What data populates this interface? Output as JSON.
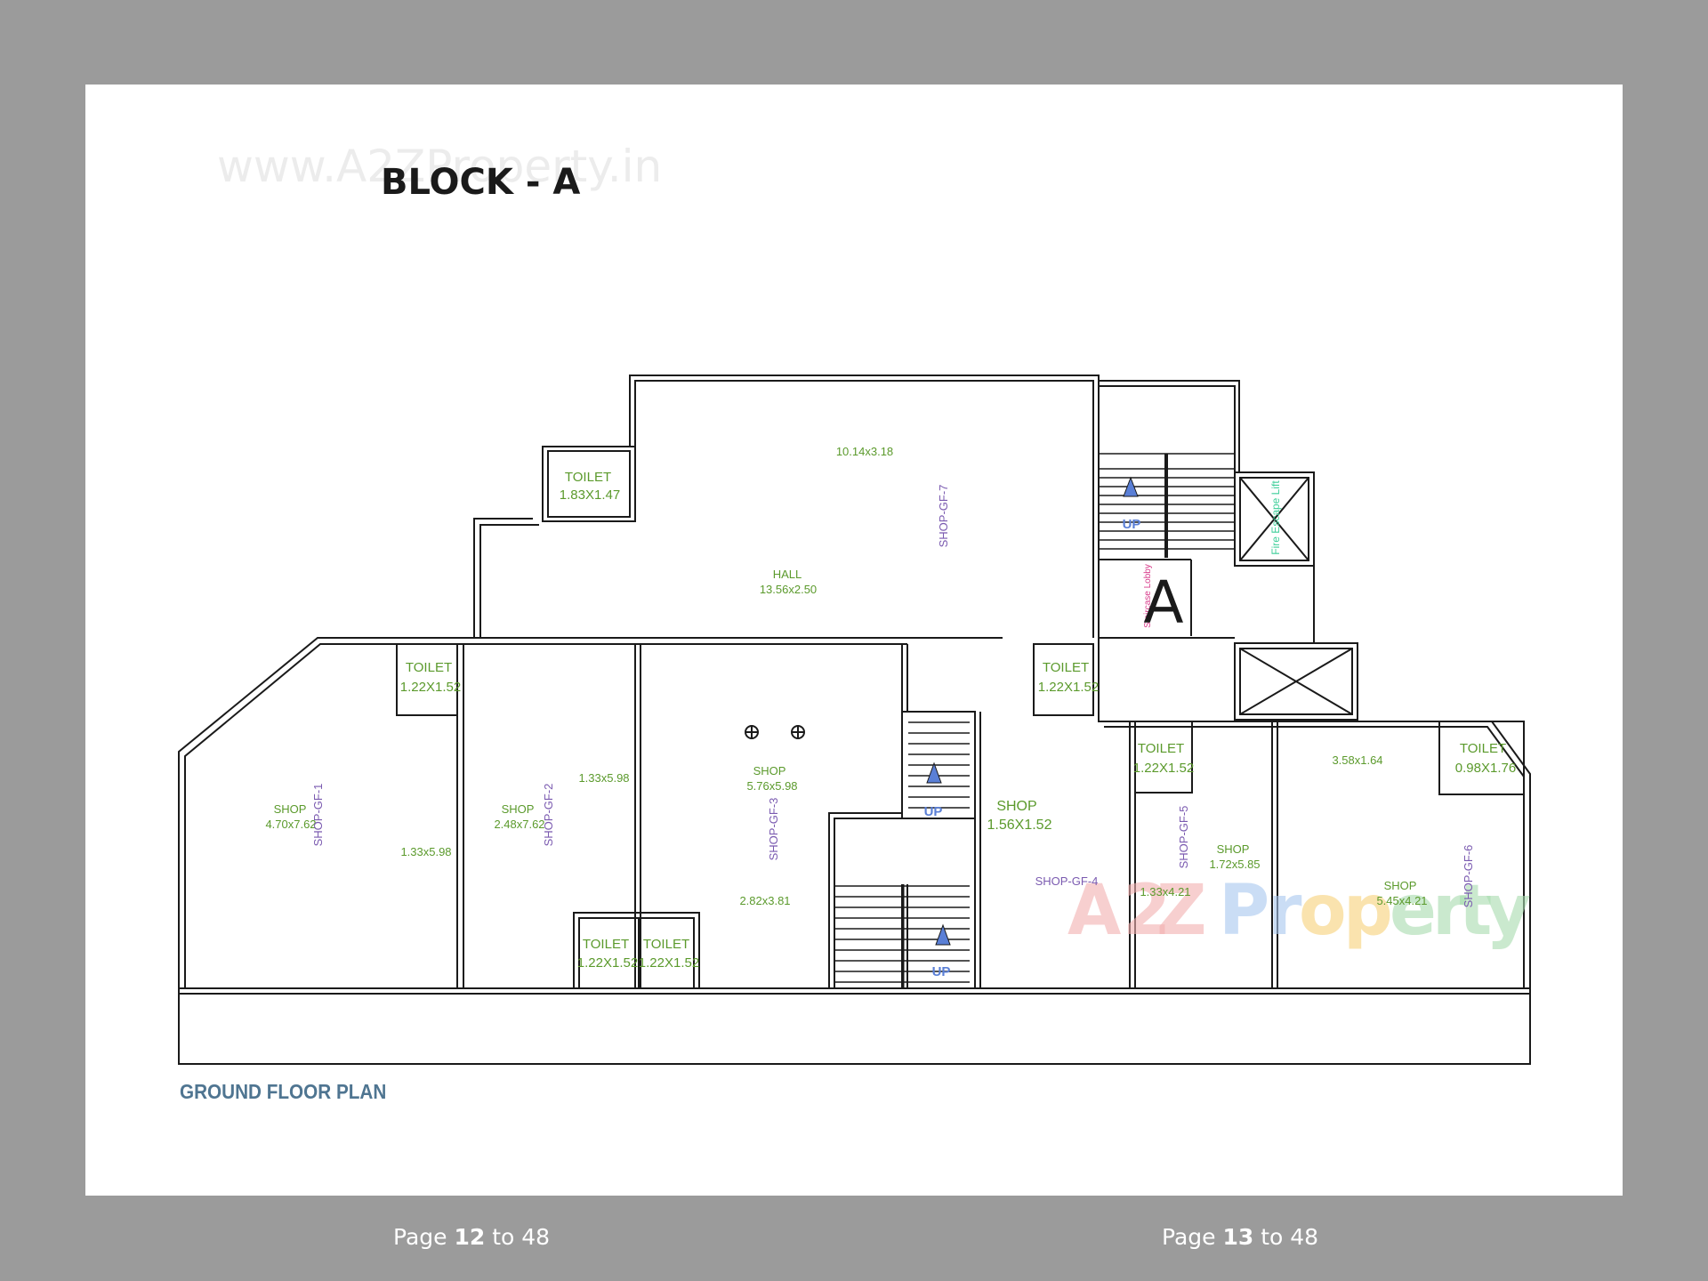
{
  "watermark_url": "www.A2ZProperty.in",
  "block_title": "BLOCK - A",
  "plan_title": "GROUND FLOOR PLAN",
  "block_letter": "A",
  "brand": {
    "logo_text": "A2Z Property",
    "colors": [
      "#f3a0a0",
      "#a8c8f0",
      "#f7d27a",
      "#a7dcae"
    ]
  },
  "colors": {
    "wall": "#1a1a1a",
    "label_green": "#5b9a2c",
    "label_purple": "#7a5ab0",
    "stair_arrow": "#5a7fd6"
  },
  "rooms": {
    "hall_top_dim": "10.14x3.18",
    "hall_name": "HALL",
    "hall_dim": "13.56x2.50",
    "shop_gf7": "SHOP-GF-7",
    "toilet_top_name": "TOILET",
    "toilet_top_dim": "1.83X1.47",
    "fire_lift": "Fire Escape Lift",
    "lobby": "Staircase Lobby",
    "up1": "UP",
    "up2": "UP",
    "up3": "UP",
    "shop1_name": "SHOP",
    "shop1_dim": "4.70x7.62",
    "shop_gf1": "SHOP-GF-1",
    "toilet1_name": "TOILET",
    "toilet1_dim": "1.22X1.52",
    "dim_133_598_a": "1.33x5.98",
    "shop2_name": "SHOP",
    "shop2_dim": "2.48x7.62",
    "shop_gf2": "SHOP-GF-2",
    "dim_133_598_b": "1.33x5.98",
    "toilet2a_name": "TOILET",
    "toilet2a_dim": "1.22X1.52",
    "toilet2b_name": "TOILET",
    "toilet2b_dim": "1.22X1.52",
    "shop3_name": "SHOP",
    "shop3_dim": "5.76x5.98",
    "shop_gf3": "SHOP-GF-3",
    "dim_282_381": "2.82x3.81",
    "toilet4_name": "TOILET",
    "toilet4_dim": "1.22X1.52",
    "shop4_name": "SHOP",
    "shop4_dim": "1.56X1.52",
    "shop_gf4": "SHOP-GF-4",
    "toilet5_name": "TOILET",
    "toilet5_dim": "1.22X1.52",
    "shop_gf5": "SHOP-GF-5",
    "shop5_name": "SHOP",
    "shop5_dim": "1.72x5.85",
    "dim_133_421": "1.33x4.21",
    "dim_358_164": "3.58x1.64",
    "toilet6_name": "TOILET",
    "toilet6_dim": "0.98X1.76",
    "shop6_name": "SHOP",
    "shop6_dim": "5.45x4.21",
    "shop_gf6": "SHOP-GF-6"
  },
  "pager_left": {
    "prefix": "Page ",
    "page": "12",
    "suffix": " to 48"
  },
  "pager_right": {
    "prefix": "Page ",
    "page": "13",
    "suffix": " to 48"
  }
}
